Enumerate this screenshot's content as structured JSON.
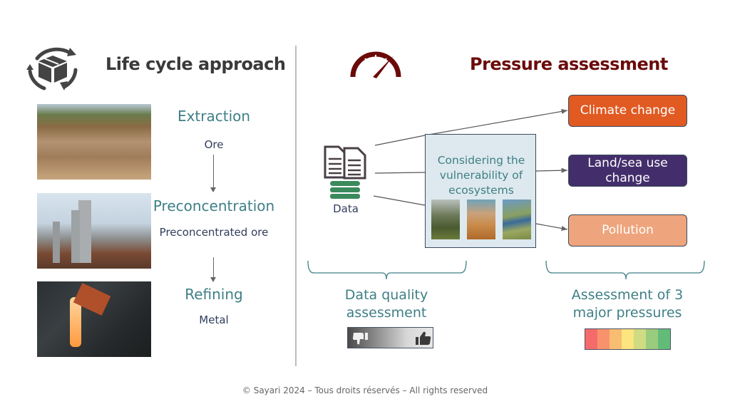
{
  "left": {
    "title": "Life cycle approach",
    "icon": "recycle-box-icon",
    "stages": [
      {
        "name": "Extraction",
        "product": "Ore",
        "image": "open-pit-mine-photo"
      },
      {
        "name": "Preconcentration",
        "product": "Preconcentrated ore",
        "image": "industrial-plant-photo"
      },
      {
        "name": "Refining",
        "product": "Metal",
        "image": "molten-metal-pouring-photo"
      }
    ]
  },
  "right": {
    "title": "Pressure assessment",
    "icon": "speedometer-icon",
    "title_color": "#6b0a0a",
    "data_label": "Data",
    "vulnerability_box": {
      "text": "Considering the vulnerability of ecosystems",
      "images": [
        "forest-photo",
        "desert-photo",
        "wetland-river-photo"
      ]
    },
    "pressures": [
      {
        "label": "Climate change",
        "color": "#e05a22"
      },
      {
        "label": "Land/sea use change",
        "color": "#432e6b"
      },
      {
        "label": "Pollution",
        "color": "#eea47c"
      }
    ],
    "data_quality_label": "Data quality assessment",
    "data_quality_scale": {
      "low_icon": "thumbs-down-icon",
      "high_icon": "thumbs-up-icon"
    },
    "pressures_label": "Assessment of 3 major pressures",
    "pressure_scale_colors": [
      "#f56b6b",
      "#f8926c",
      "#f9bd72",
      "#fce47e",
      "#cfdc83",
      "#9acc7e",
      "#63bb78"
    ]
  },
  "footer": "© Sayari 2024 – Tous droits réservés – All rights reserved"
}
